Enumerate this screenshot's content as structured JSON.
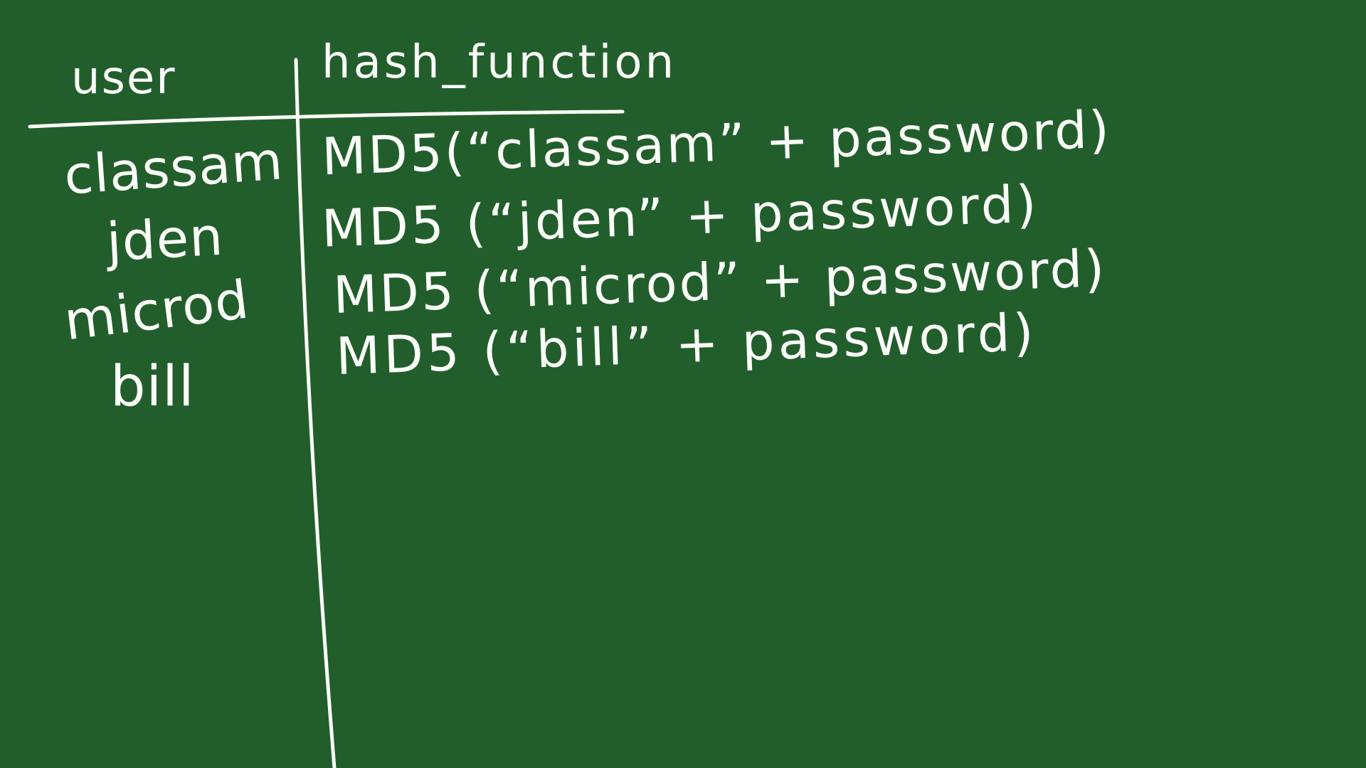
{
  "board": {
    "background_color": "#225e2c",
    "chalk_color": "#fbfdf8"
  },
  "table": {
    "headers": {
      "user": "user",
      "hash_function": "hash_function"
    },
    "rows": [
      {
        "user": "classam",
        "hash": "MD5(“classam” + password)"
      },
      {
        "user": "jden",
        "hash": "MD5 (“jden” + password)"
      },
      {
        "user": "microd",
        "hash": "MD5 (“microd” + password)"
      },
      {
        "user": "bill",
        "hash": "MD5 (“bill” + password)"
      }
    ]
  }
}
